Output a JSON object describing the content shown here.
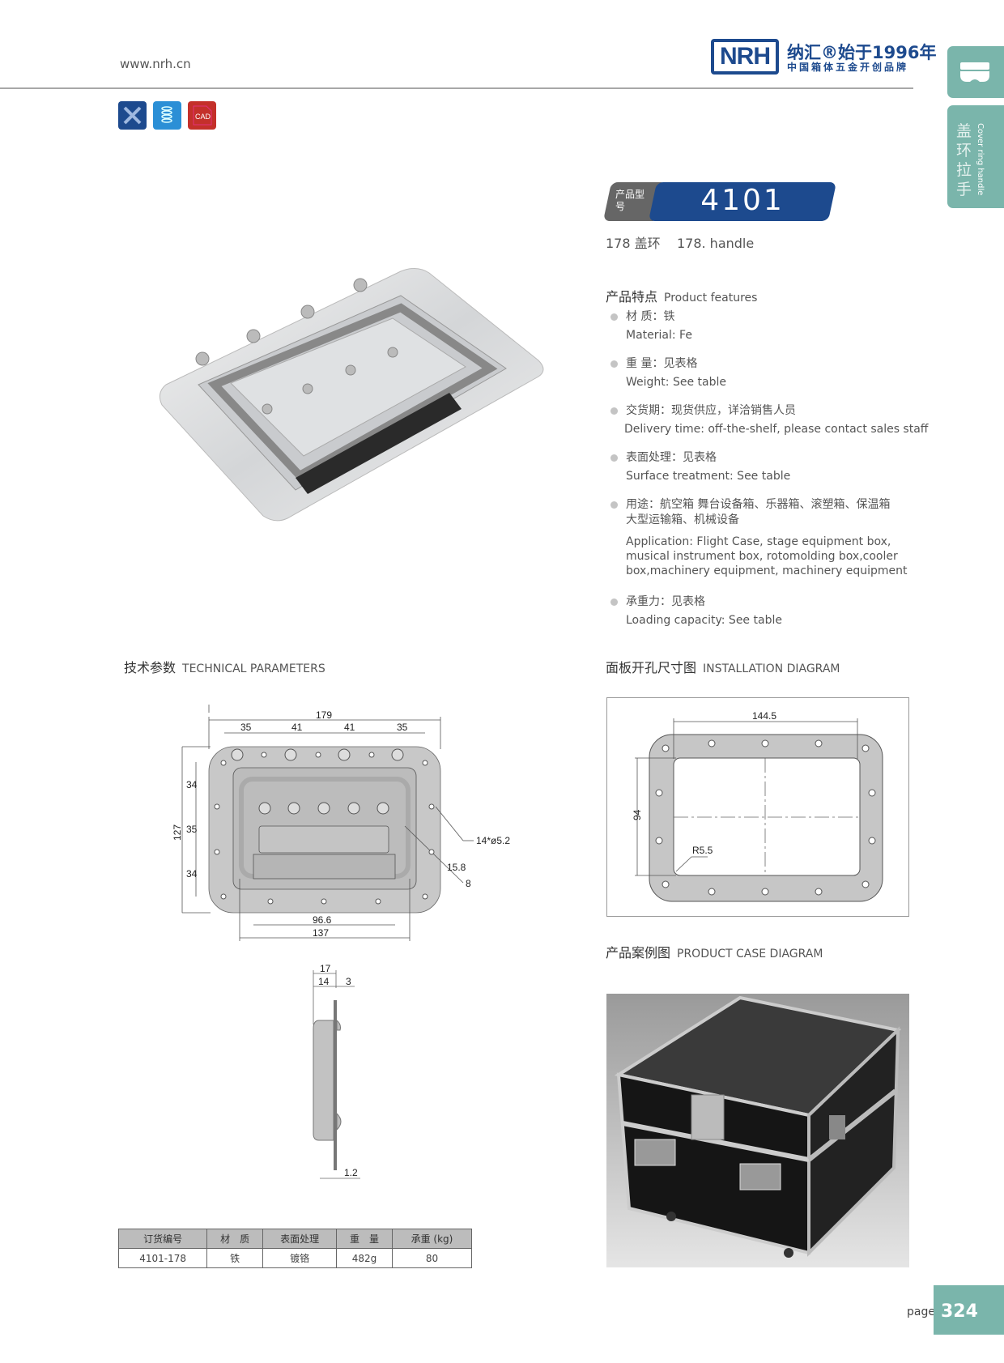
{
  "header": {
    "url": "www.nrh.cn",
    "logo": "NRH",
    "slogan_main": "纳汇®始于1996年",
    "slogan_sub": "中国箱体五金开创品牌"
  },
  "side_tab": {
    "icon": "handle-icon",
    "zh": "盖环拉手",
    "en": "Cover ring handle"
  },
  "tool_icons": [
    "tools-icon",
    "spring-icon",
    "cad-file-icon"
  ],
  "cad_label": "CAD",
  "model": {
    "label": "产品型号",
    "number": "4101",
    "subtitle": "178 盖环    178. handle"
  },
  "features": {
    "title_zh": "产品特点",
    "title_en": "Product features",
    "items": [
      {
        "zh": "材  质：铁",
        "en": "Material: Fe"
      },
      {
        "zh": "重  量：见表格",
        "en": "Weight: See table"
      },
      {
        "zh": "交货期：现货供应，详洽销售人员",
        "en": "Delivery time: off-the-shelf, please contact sales staff"
      },
      {
        "zh": "表面处理：见表格",
        "en": "Surface treatment: See table"
      },
      {
        "zh": "用途：航空箱 舞台设备箱、乐器箱、滚塑箱、保温箱\n        大型运输箱、机械设备",
        "en": "Application: Flight Case, stage equipment box, musical instrument box, rotomolding box,cooler box,machinery equipment, machinery equipment"
      },
      {
        "zh": "承重力：见表格",
        "en": "Loading capacity: See table"
      }
    ]
  },
  "tech": {
    "title_zh": "技术参数",
    "title_en": "TECHNICAL PARAMETERS",
    "dims": {
      "w179": "179",
      "a35": "35",
      "b41": "41",
      "c41": "41",
      "d35": "35",
      "h127": "127",
      "v34a": "34",
      "v35": "35",
      "v34b": "34",
      "holes": "14*ø5.2",
      "d158": "15.8",
      "d8": "8",
      "d966": "96.6",
      "d137": "137",
      "s17": "17",
      "s14": "14",
      "s3": "3",
      "s12": "1.2"
    }
  },
  "install": {
    "title_zh": "面板开孔尺寸图",
    "title_en": "INSTALLATION DIAGRAM",
    "w": "144.5",
    "h": "94",
    "r": "R5.5"
  },
  "case": {
    "title_zh": "产品案例图",
    "title_en": "PRODUCT CASE DIAGRAM"
  },
  "table": {
    "headers": [
      "订货编号",
      "材　质",
      "表面处理",
      "重　量",
      "承重 (kg)"
    ],
    "rows": [
      [
        "4101-178",
        "铁",
        "镀铬",
        "482g",
        "80"
      ]
    ]
  },
  "page": {
    "label": "page",
    "number": "324"
  },
  "colors": {
    "brand": "#1d4a8e",
    "accent": "#7ab5ab"
  }
}
